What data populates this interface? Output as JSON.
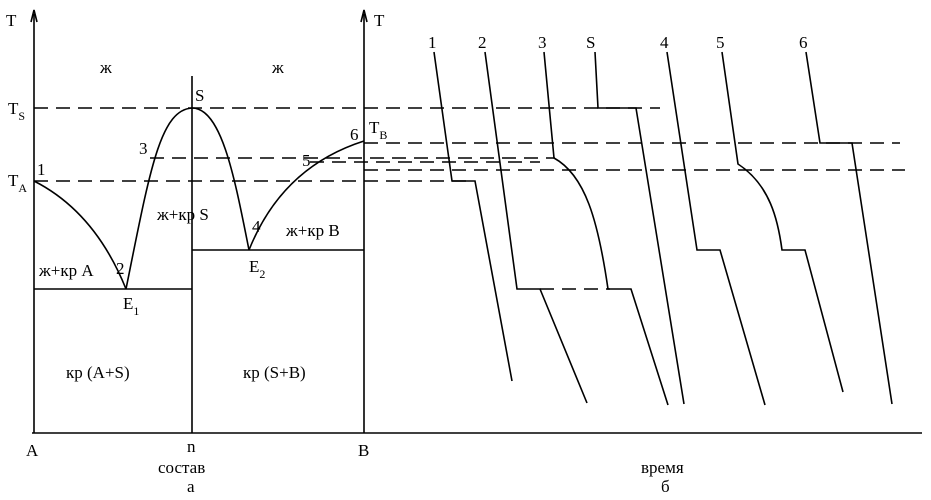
{
  "axes": {
    "t_axis_left": "T",
    "t_axis_right": "T",
    "x_left_end": "A",
    "x_middle": "n",
    "x_right_end": "B",
    "x_axis_title": "состав",
    "panel_a_label": "а",
    "time_axis_title": "время",
    "panel_b_label": "б"
  },
  "temperatures": {
    "ts_main": "T",
    "ts_sub": "S",
    "ta_main": "T",
    "ta_sub": "A",
    "tb_main": "T",
    "tb_sub": "B"
  },
  "eutectics": {
    "e1_main": "E",
    "e1_sub": "1",
    "e2_main": "E",
    "e2_sub": "2"
  },
  "regions": {
    "liquid_left": "ж",
    "liquid_right": "ж",
    "liq_cr_a": "ж+кр А",
    "liq_cr_s": "ж+кр S",
    "liq_cr_b": "ж+кр В",
    "cr_a_s": "кр (А+S)",
    "cr_s_b": "кр (S+В)"
  },
  "points": {
    "s": "S",
    "p1": "1",
    "p2": "2",
    "p3": "3",
    "p4": "4",
    "p5": "5",
    "p6": "6"
  },
  "cooling_curves": [
    "1",
    "2",
    "3",
    "S",
    "4",
    "5",
    "6"
  ]
}
